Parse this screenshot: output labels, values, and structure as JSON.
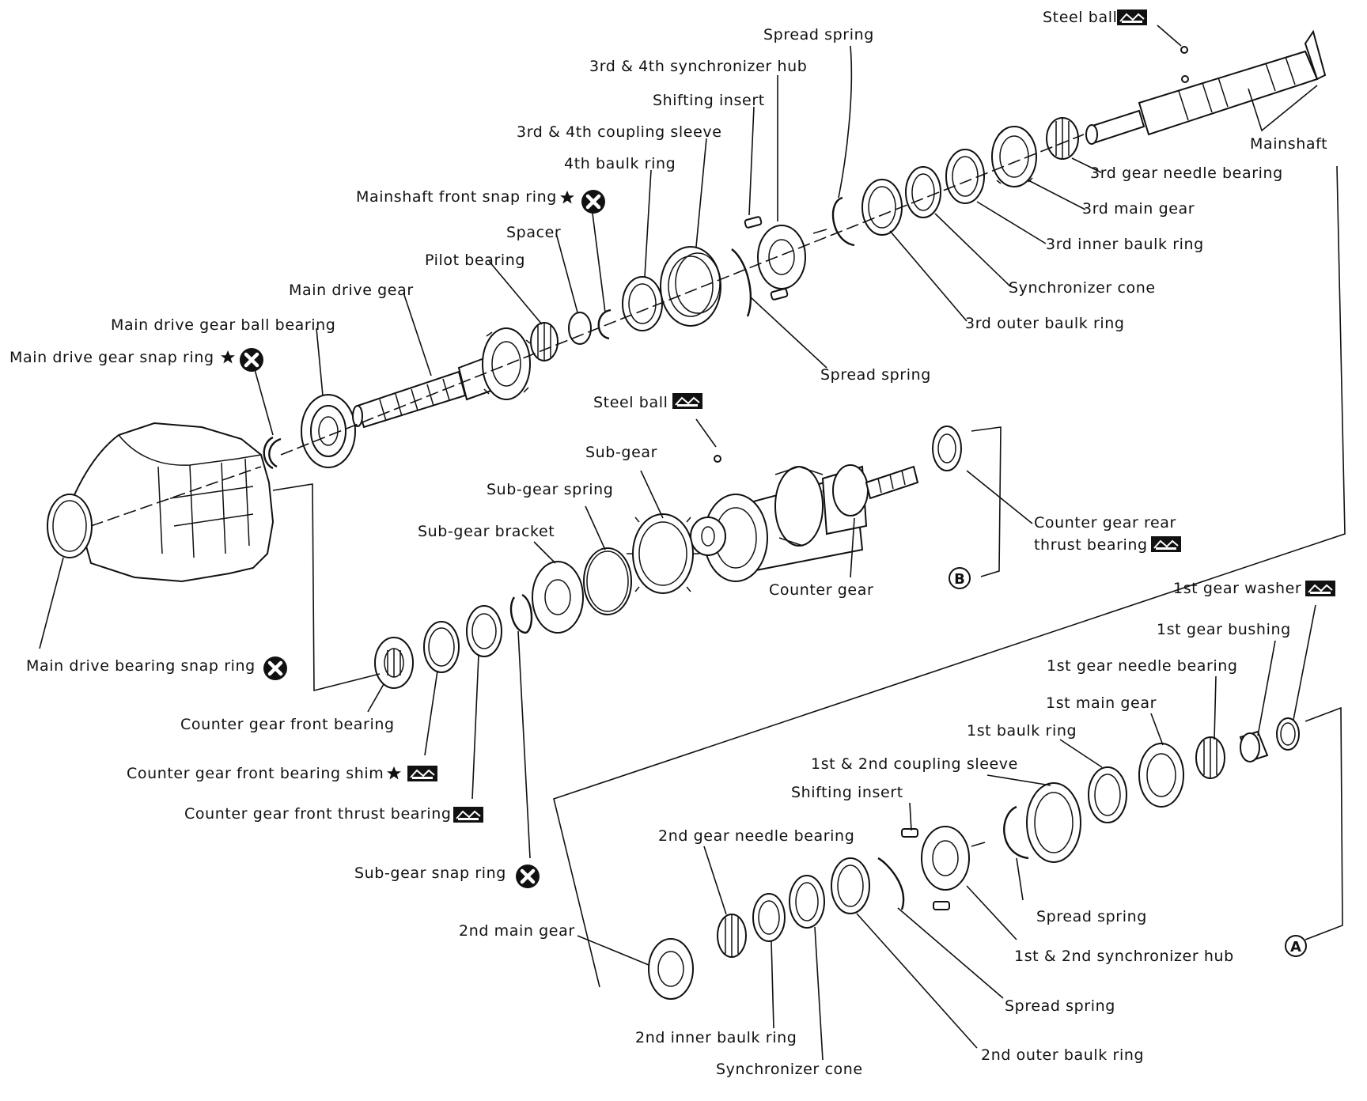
{
  "diagram": {
    "labels": {
      "steel_ball_top": "Steel ball",
      "spread_spring_top": "Spread spring",
      "hub_34": "3rd & 4th synchronizer hub",
      "shifting_insert_top": "Shifting insert",
      "coupling_sleeve_34": "3rd & 4th coupling sleeve",
      "baulk_ring_4th": "4th baulk ring",
      "mainshaft_front_snap_ring": "Mainshaft front snap ring",
      "spacer": "Spacer",
      "pilot_bearing": "Pilot bearing",
      "main_drive_gear": "Main drive gear",
      "main_drive_gear_ball_bearing": "Main drive gear ball bearing",
      "main_drive_gear_snap_ring": "Main drive gear snap ring",
      "mainshaft": "Mainshaft",
      "needle_bearing_3rd": "3rd gear needle bearing",
      "main_gear_3rd": "3rd main gear",
      "inner_baulk_3rd": "3rd inner baulk ring",
      "synchronizer_cone_top": "Synchronizer cone",
      "outer_baulk_3rd": "3rd outer baulk ring",
      "spread_spring_mid": "Spread spring",
      "steel_ball_mid": "Steel ball",
      "sub_gear": "Sub-gear",
      "sub_gear_spring": "Sub-gear spring",
      "sub_gear_bracket": "Sub-gear bracket",
      "counter_gear": "Counter gear",
      "counter_gear_rear_thrust_bearing_1": "Counter gear rear",
      "counter_gear_rear_thrust_bearing_2": "thrust bearing",
      "main_drive_bearing_snap_ring": "Main drive bearing snap ring",
      "counter_gear_front_bearing": "Counter gear front bearing",
      "counter_gear_front_bearing_shim": "Counter gear front bearing shim",
      "counter_gear_front_thrust_bearing": "Counter gear front thrust bearing",
      "sub_gear_snap_ring": "Sub-gear snap ring",
      "washer_1st": "1st gear washer",
      "bushing_1st": "1st gear bushing",
      "needle_bearing_1st": "1st gear needle bearing",
      "main_gear_1st": "1st main gear",
      "baulk_ring_1st": "1st baulk ring",
      "coupling_sleeve_12": "1st & 2nd coupling sleeve",
      "shifting_insert_bottom": "Shifting insert",
      "needle_bearing_2nd": "2nd gear needle bearing",
      "main_gear_2nd": "2nd main gear",
      "spread_spring_bottom_right": "Spread spring",
      "hub_12": "1st & 2nd synchronizer hub",
      "spread_spring_bottom": "Spread spring",
      "outer_baulk_2nd": "2nd outer baulk ring",
      "inner_baulk_2nd": "2nd inner baulk ring",
      "synchronizer_cone_bottom": "Synchronizer cone"
    },
    "markers": {
      "connector_a": "A",
      "connector_b": "B"
    },
    "symbols": {
      "star": "star-icon",
      "not_reusable": "x-circle-icon",
      "grease": "grease-application-icon"
    }
  }
}
